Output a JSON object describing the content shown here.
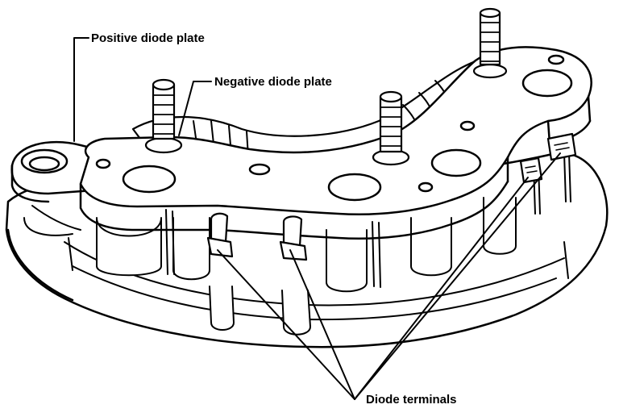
{
  "diagram": {
    "labels": {
      "positive_plate": "Positive diode plate",
      "negative_plate": "Negative diode plate",
      "diode_terminals": "Diode terminals"
    },
    "colors": {
      "ink": "#000000",
      "paper": "#ffffff",
      "shade": "#d8d8d8"
    }
  }
}
